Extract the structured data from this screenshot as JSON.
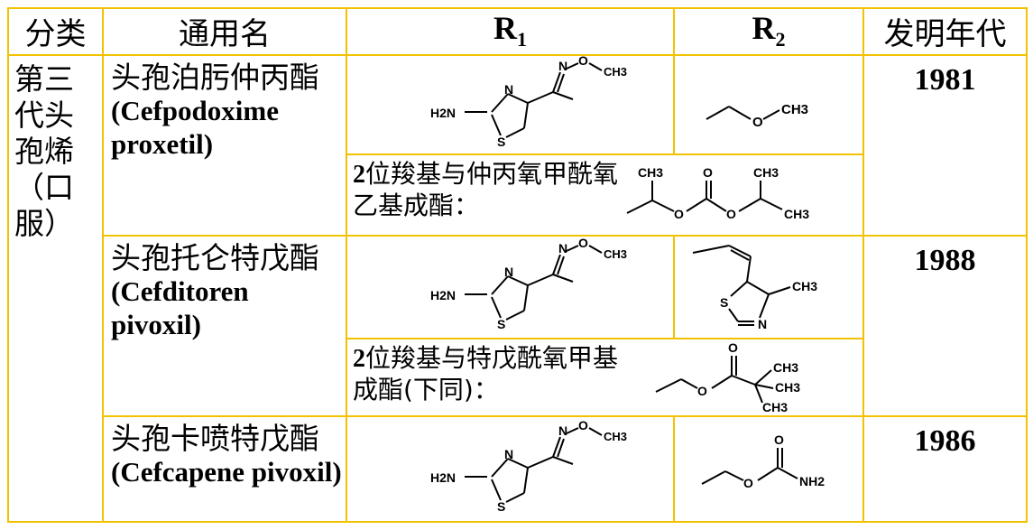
{
  "header": {
    "category": "分类",
    "generic_name": "通用名",
    "r1": "R",
    "r1_sub": "1",
    "r2": "R",
    "r2_sub": "2",
    "year": "发明年代"
  },
  "category_text": "第三代头孢烯（口服）",
  "rows": [
    {
      "name_cn": "头孢泊肟仲丙酯",
      "name_en": "(Cefpodoxime proxetil)",
      "year": "1981",
      "note_num": "2",
      "note_text": "位羧基与仲丙氧甲酰氧乙基成酯：",
      "r1_labels": {
        "n_top": "N",
        "o": "O",
        "ch3": "CH3",
        "h2n": "H2N",
        "n_ring": "N",
        "s": "S"
      },
      "r2_labels": {
        "o": "O",
        "ch3": "CH3"
      },
      "ester_labels": {
        "ch3_a": "CH3",
        "o_top": "O",
        "ch3_b": "CH3",
        "o_l": "O",
        "o_r": "O",
        "ch3_c": "CH3"
      }
    },
    {
      "name_cn": "头孢托仑特戊酯",
      "name_en": "(Cefditoren pivoxil)",
      "year": "1988",
      "note_num": "2",
      "note_text": "位羧基与特戊酰氧甲基成酯(下同)：",
      "r1_labels": {
        "n_top": "N",
        "o": "O",
        "ch3": "CH3",
        "h2n": "H2N",
        "n_ring": "N",
        "s": "S"
      },
      "r2_labels": {
        "s": "S",
        "ch3": "CH3",
        "n": "N"
      },
      "ester_labels": {
        "o_top": "O",
        "o": "O",
        "ch3_a": "CH3",
        "ch3_b": "CH3",
        "ch3_c": "CH3"
      }
    },
    {
      "name_cn": "头孢卡喷特戊酯",
      "name_en": "(Cefcapene pivoxil)",
      "year": "1986",
      "r1_labels": {
        "n_top": "N",
        "o": "O",
        "ch3": "CH3",
        "h2n": "H2N",
        "n_ring": "N",
        "s": "S"
      },
      "r2_labels": {
        "o_top": "O",
        "o": "O",
        "nh2": "NH2"
      }
    }
  ]
}
